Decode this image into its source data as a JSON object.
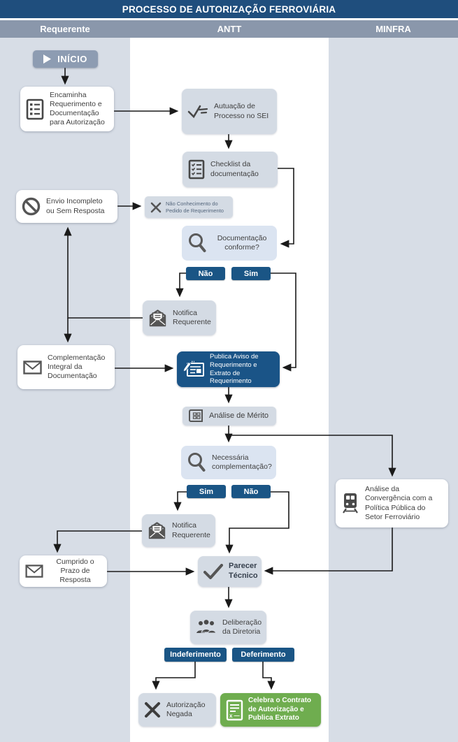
{
  "title": "PROCESSO DE AUTORIZAÇÃO FERROVIÁRIA",
  "lanes": [
    {
      "label": "Requerente"
    },
    {
      "label": "ANTT"
    },
    {
      "label": "MINFRA"
    }
  ],
  "colors": {
    "title_bar": "#1f4e7d",
    "lane_header": "#8a97ab",
    "lane_background": "#d7dde6",
    "process_box": "#d4dbe4",
    "decision_box": "#dbe4f1",
    "accent_dark_blue": "#1a5487",
    "success_green": "#6fad4f"
  },
  "nodes": {
    "inicio": {
      "label": "INÍCIO"
    },
    "encaminha": {
      "label": "Encaminha Requerimento e Documentação para Autorização"
    },
    "autuacao": {
      "label": "Autuação de Processo no SEI"
    },
    "checklist": {
      "label": "Checklist da documentação"
    },
    "envio_incompleto": {
      "label": "Envio Incompleto ou Sem Resposta"
    },
    "nao_conhecimento": {
      "label": "Não Conhecimento do Pedido de Requerimento"
    },
    "doc_conforme": {
      "label": "Documentação conforme?"
    },
    "nao1": {
      "label": "Não"
    },
    "sim1": {
      "label": "Sim"
    },
    "notifica1": {
      "label": "Notifica Requerente"
    },
    "complementacao": {
      "label": "Complementação Integral da Documentação"
    },
    "publica_aviso": {
      "label": "Publica Aviso de Requerimento e Extrato de Requerimento"
    },
    "analise_merito": {
      "label": "Análise de Mérito"
    },
    "necessaria": {
      "label": "Necessária complementação?"
    },
    "sim2": {
      "label": "Sim"
    },
    "nao2": {
      "label": "Não"
    },
    "notifica2": {
      "label": "Notifica Requerente"
    },
    "cumprido_prazo": {
      "label": "Cumprido o Prazo de Resposta"
    },
    "analise_convergencia": {
      "label": "Análise da Convergência com a Política Pública do Setor Ferroviário"
    },
    "parecer": {
      "label": "Parecer Técnico"
    },
    "deliberacao": {
      "label": "Deliberação da Diretoria"
    },
    "indeferimento": {
      "label": "Indeferimento"
    },
    "deferimento": {
      "label": "Deferimento"
    },
    "autorizacao_negada": {
      "label": "Autorização Negada"
    },
    "celebra": {
      "label": "Celebra o Contrato de Autorização e Publica Extrato"
    }
  }
}
